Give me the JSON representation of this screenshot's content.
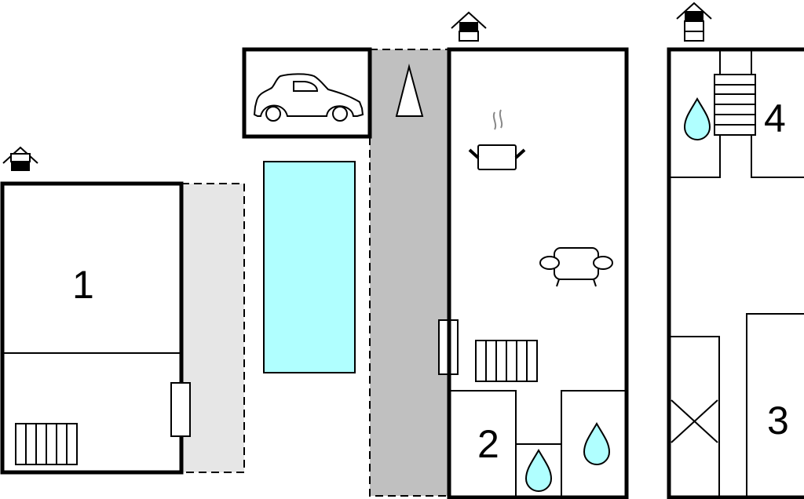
{
  "plan": {
    "rooms": [
      {
        "label": "1"
      },
      {
        "label": "2"
      },
      {
        "label": "3"
      },
      {
        "label": "4"
      }
    ],
    "colors": {
      "wall": "#000000",
      "pool": "#b0ffff",
      "water_drop": "#b0ffff",
      "terrace": "#e6e6e6",
      "path": "#c0c0c0"
    },
    "icons": [
      "house-entrance-icon",
      "car-icon",
      "north-arrow-icon",
      "cooking-pot-icon",
      "sofa-icon",
      "radiator-icon",
      "water-drop-icon",
      "stairs-icon",
      "window-icon"
    ]
  }
}
